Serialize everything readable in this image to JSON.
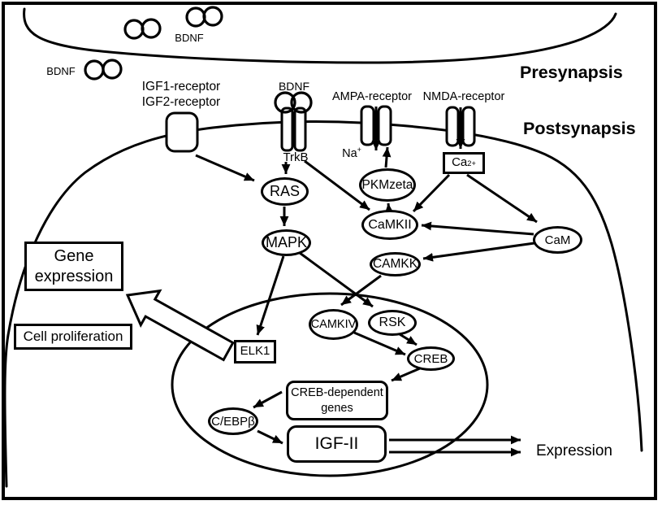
{
  "regions": {
    "presynapsis": "Presynapsis",
    "postsynapsis": "Postsynapsis"
  },
  "ligands": {
    "bdnf_top": "BDNF",
    "bdnf_left": "BDNF",
    "bdnf_receptor": "BDNF"
  },
  "receptors": {
    "igf_line1": "IGF1-receptor",
    "igf_line2": "IGF2-receptor",
    "trkb": "TrkB",
    "ampa": "AMPA-receptor",
    "nmda": "NMDA-receptor"
  },
  "ions": {
    "na_base": "Na",
    "na_sup": "+",
    "ca_base": "Ca",
    "ca_sup": "2+"
  },
  "molecules": {
    "ras": "RAS",
    "mapk": "MAPK",
    "pkmzeta": "PKMzeta",
    "camkii": "CaMKII",
    "camkk": "CAMKK",
    "cam": "CaM",
    "camkiv": "CAMKIV",
    "rsk": "RSK",
    "creb": "CREB",
    "cebpb": "C/EBPβ",
    "elk1": "ELK1"
  },
  "boxes": {
    "gene_expression_line1": "Gene",
    "gene_expression_line2": "expression",
    "cell_proliferation": "Cell proliferation",
    "creb_genes_line1": "CREB-dependent",
    "creb_genes_line2": "genes",
    "igf2": "IGF-II"
  },
  "outputs": {
    "expression": "Expression"
  },
  "colors": {
    "line": "#000000",
    "background": "#ffffff"
  }
}
